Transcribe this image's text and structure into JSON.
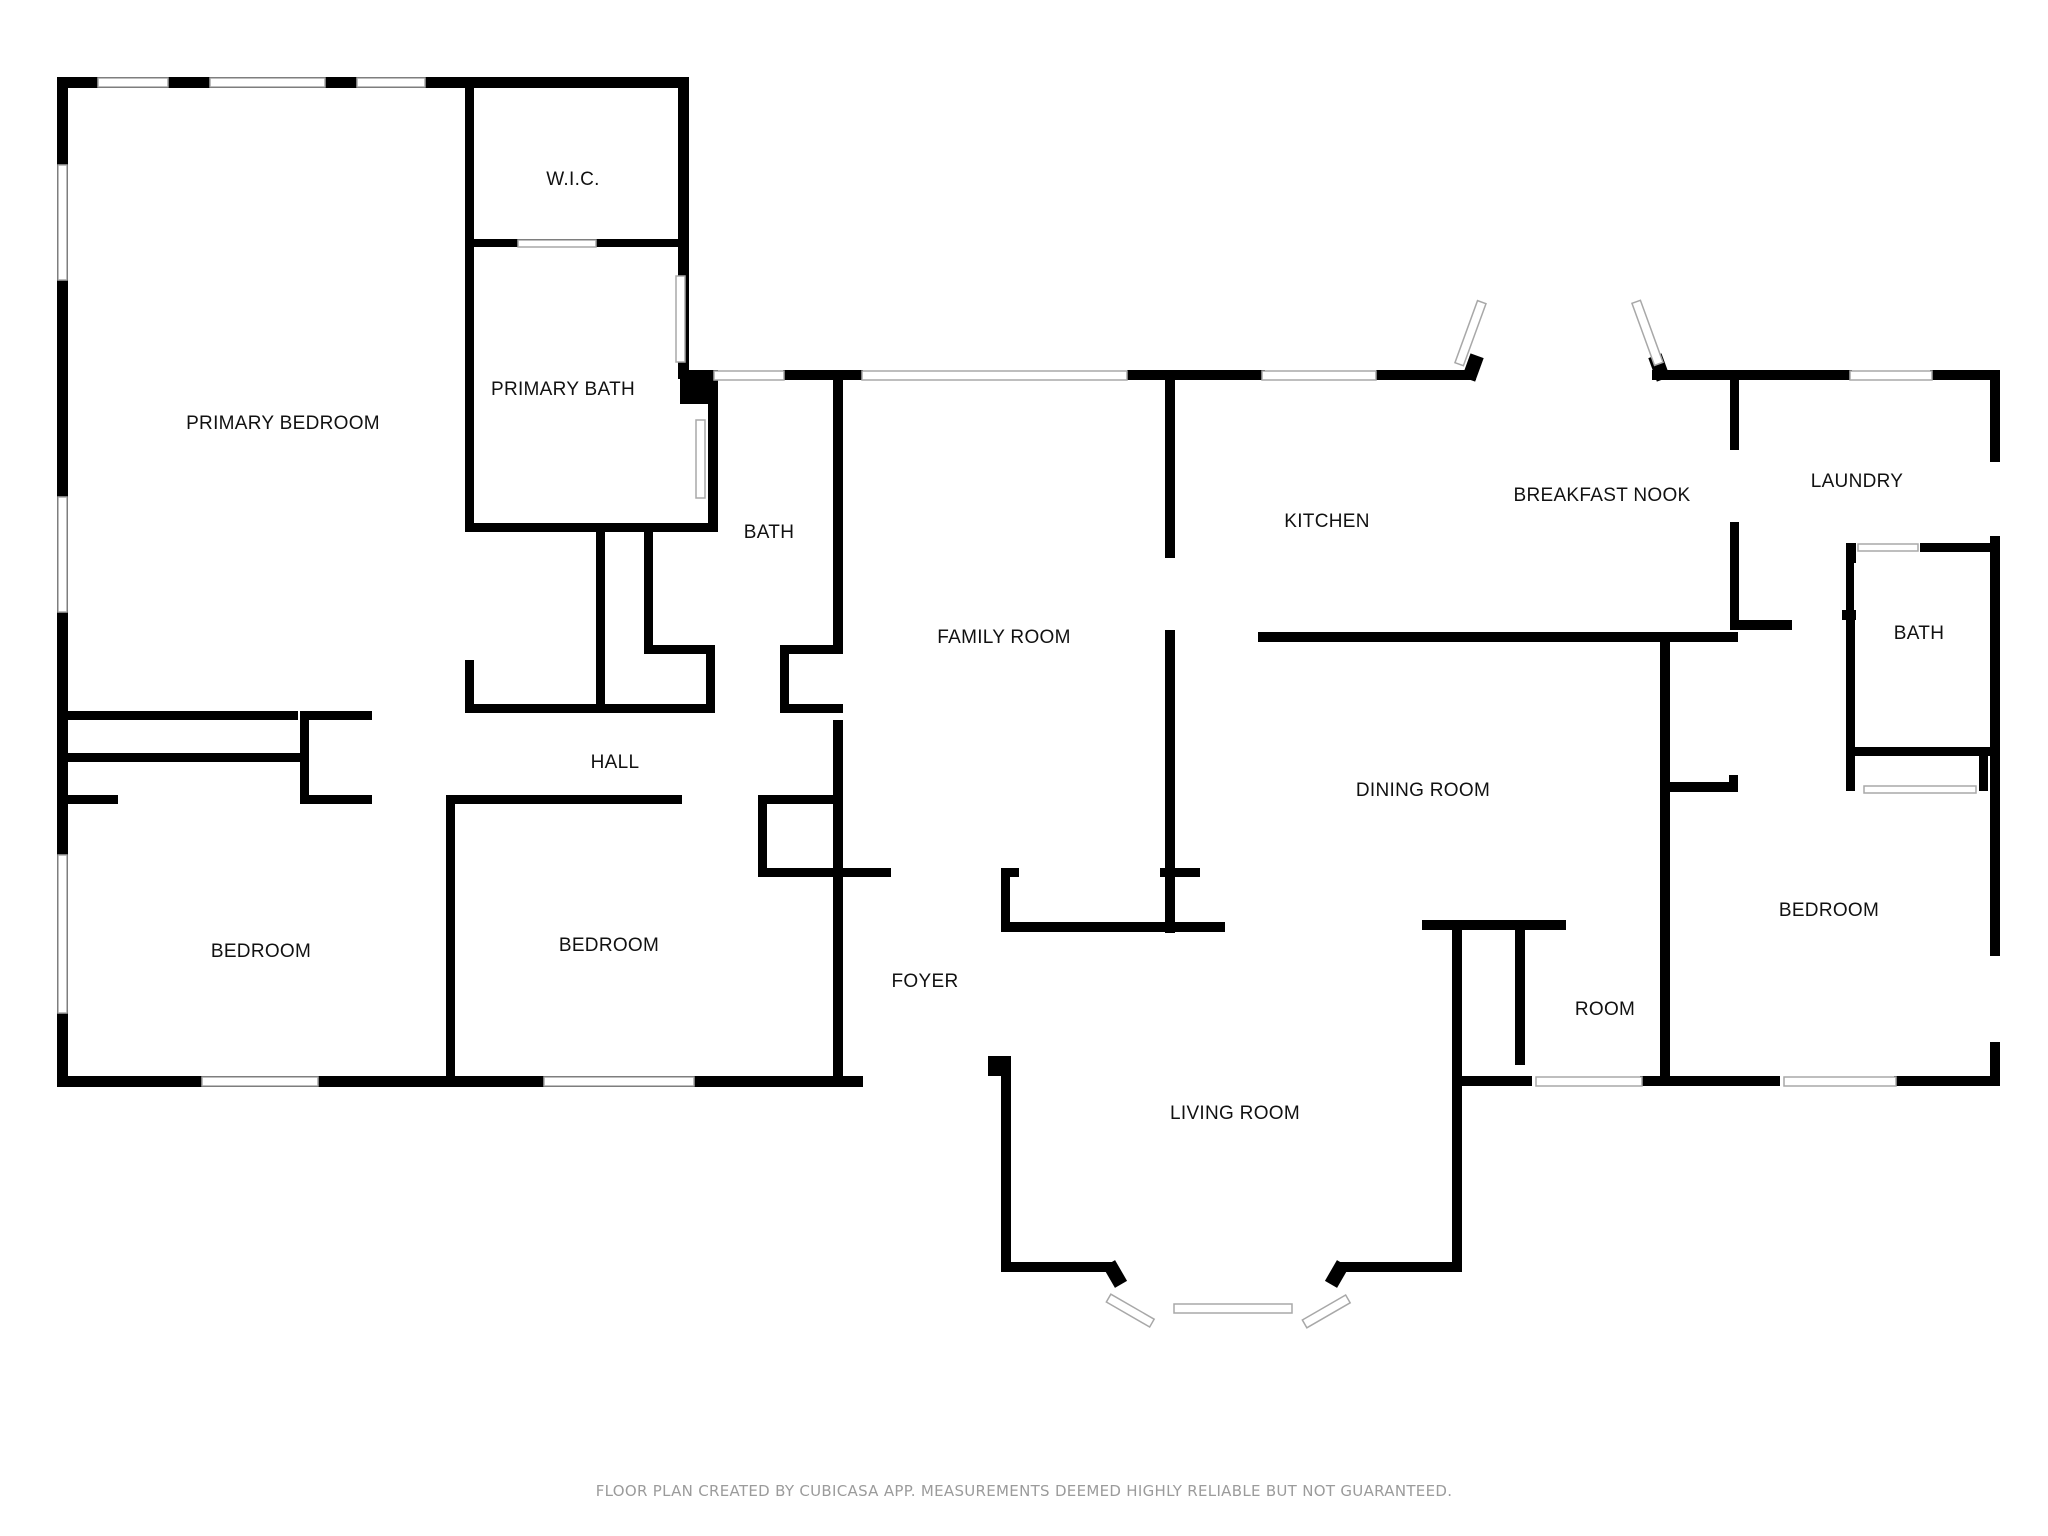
{
  "rooms": {
    "primary_bedroom": "PRIMARY BEDROOM",
    "wic": "W.I.C.",
    "primary_bath": "PRIMARY BATH",
    "bath_center": "BATH",
    "family_room": "FAMILY ROOM",
    "kitchen": "KITCHEN",
    "breakfast_nook": "BREAKFAST NOOK",
    "laundry": "LAUNDRY",
    "bath_right": "BATH",
    "hall": "HALL",
    "dining_room": "DINING ROOM",
    "bedroom_left": "BEDROOM",
    "bedroom_middle": "BEDROOM",
    "foyer": "FOYER",
    "room": "ROOM",
    "bedroom_right": "BEDROOM",
    "living_room": "LIVING ROOM"
  },
  "footer_note": "FLOOR PLAN CREATED BY CUBICASA APP. MEASUREMENTS DEEMED HIGHLY RELIABLE BUT NOT GUARANTEED.",
  "colors": {
    "wall": "#000000",
    "window": "#a8a8a8",
    "footer": "#9b9b9b"
  }
}
